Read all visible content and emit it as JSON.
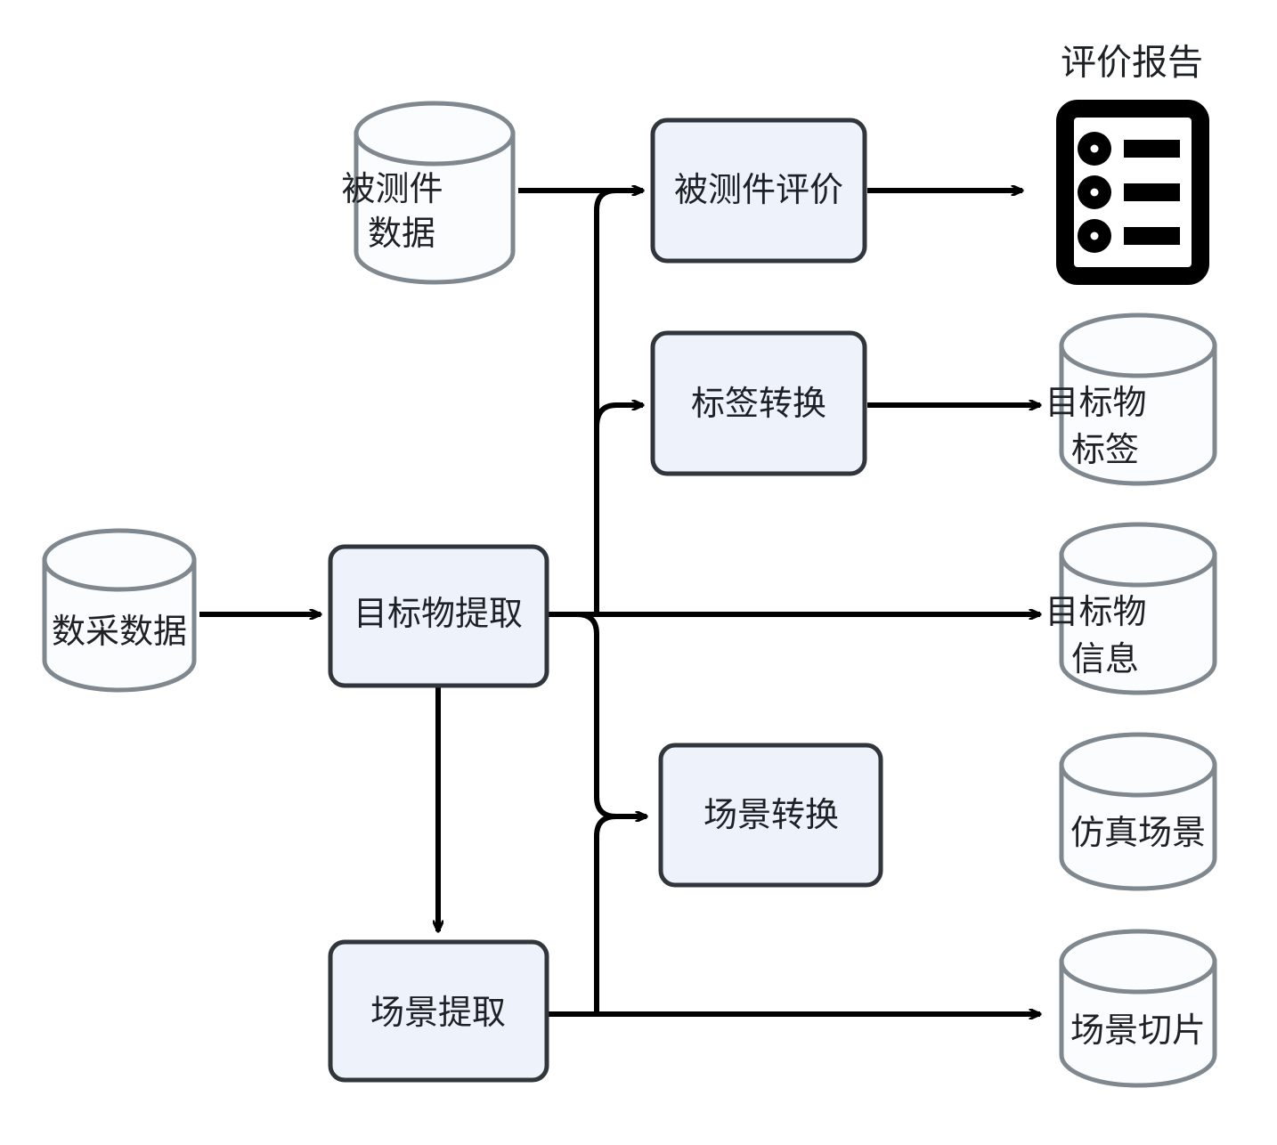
{
  "diagram": {
    "title_caption": "评价报告",
    "sources": [
      {
        "id": "dut-data",
        "name": "被测件数据",
        "lines": [
          "被测件",
          "数据"
        ],
        "shape": "cylinder"
      },
      {
        "id": "collected-data",
        "name": "数采数据",
        "lines": [
          "数采数据"
        ],
        "shape": "cylinder"
      }
    ],
    "processes": [
      {
        "id": "dut-evaluation",
        "name": "被测件评价",
        "lines": [
          "被测件评价"
        ],
        "shape": "rounded-rect"
      },
      {
        "id": "label-conversion",
        "name": "标签转换",
        "lines": [
          "标签转换"
        ],
        "shape": "rounded-rect"
      },
      {
        "id": "target-extraction",
        "name": "目标物提取",
        "lines": [
          "目标物提取"
        ],
        "shape": "rounded-rect"
      },
      {
        "id": "scene-conversion",
        "name": "场景转换",
        "lines": [
          "场景转换"
        ],
        "shape": "rounded-rect"
      },
      {
        "id": "scene-extraction",
        "name": "场景提取",
        "lines": [
          "场景提取"
        ],
        "shape": "rounded-rect"
      }
    ],
    "outputs": [
      {
        "id": "evaluation-report",
        "name": "评价报告",
        "lines": [
          "评价报告"
        ],
        "shape": "document-icon"
      },
      {
        "id": "target-label",
        "name": "目标物标签",
        "lines": [
          "目标物",
          "标签"
        ],
        "shape": "cylinder"
      },
      {
        "id": "target-info",
        "name": "目标物信息",
        "lines": [
          "目标物",
          "信息"
        ],
        "shape": "cylinder"
      },
      {
        "id": "simulation-scene",
        "name": "仿真场景",
        "lines": [
          "仿真场景"
        ],
        "shape": "cylinder"
      },
      {
        "id": "scene-clip",
        "name": "场景切片",
        "lines": [
          "场景切片"
        ],
        "shape": "cylinder"
      }
    ],
    "edges": [
      {
        "from": "dut-data",
        "to": "dut-evaluation"
      },
      {
        "from": "dut-evaluation",
        "to": "evaluation-report"
      },
      {
        "from": "target-extraction",
        "to": "dut-evaluation"
      },
      {
        "from": "target-extraction",
        "to": "label-conversion"
      },
      {
        "from": "label-conversion",
        "to": "target-label"
      },
      {
        "from": "collected-data",
        "to": "target-extraction"
      },
      {
        "from": "target-extraction",
        "to": "target-info"
      },
      {
        "from": "target-extraction",
        "to": "scene-extraction"
      },
      {
        "from": "scene-extraction",
        "to": "scene-conversion"
      },
      {
        "from": "scene-conversion",
        "to": "simulation-scene"
      },
      {
        "from": "scene-extraction",
        "to": "scene-clip"
      }
    ],
    "colors": {
      "process_fill": "#eef2fb",
      "process_stroke": "#31353c",
      "cylinder_fill": "#fbfcfd",
      "cylinder_stroke": "#7f878f",
      "edge_stroke": "#000000",
      "text": "#1d2125",
      "report_icon": "#000000",
      "background": "#ffffff"
    }
  }
}
